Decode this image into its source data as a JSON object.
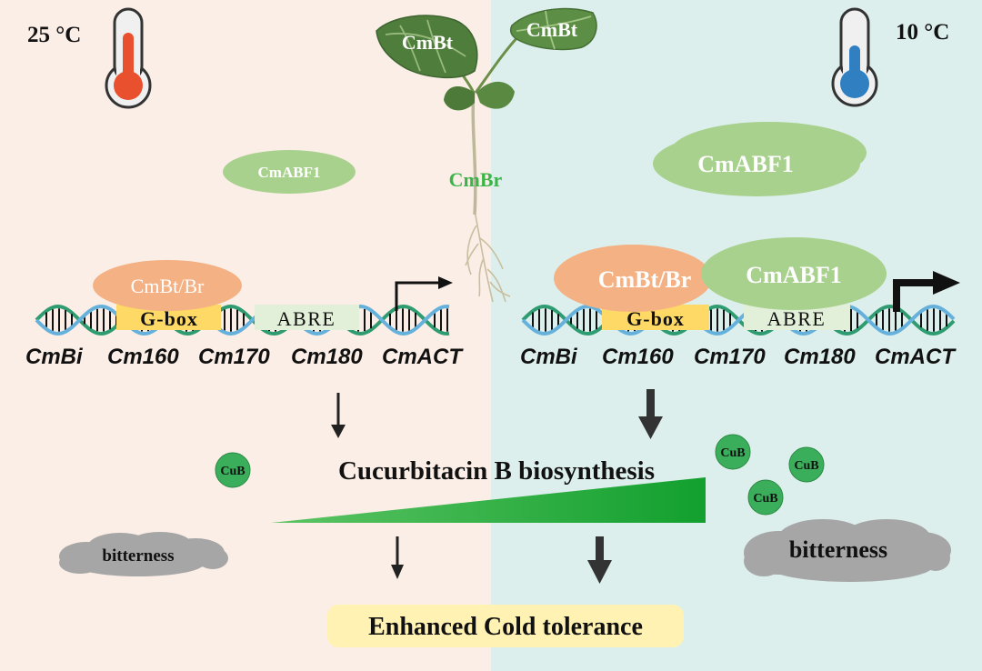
{
  "temperatures": {
    "left": "25 °C",
    "right": "10 °C"
  },
  "icons": {
    "left_temperature": "thermometer-hot-icon",
    "right_temperature": "thermometer-cold-icon",
    "promoter": "transcription-start-arrow-icon",
    "flow": "down-arrow-icon",
    "bitterness": "cloud-icon"
  },
  "plant": {
    "leaf_left_label": "CmBt",
    "leaf_right_label": "CmBt",
    "root_label": "CmBr"
  },
  "left_panel": {
    "free_tf": "CmABF1",
    "bound_complex": "CmBt/Br",
    "gbox": "G-box",
    "abre": "ABRE",
    "genes": [
      "CmBi",
      "Cm160",
      "Cm170",
      "Cm180",
      "CmACT"
    ],
    "cub": "CuB",
    "bitterness": "bitterness"
  },
  "right_panel": {
    "free_tf": "CmABF1",
    "bound_complex": "CmBt/Br",
    "bound_tf": "CmABF1",
    "gbox": "G-box",
    "abre": "ABRE",
    "genes": [
      "CmBi",
      "Cm160",
      "Cm170",
      "Cm180",
      "CmACT"
    ],
    "cub": [
      "CuB",
      "CuB",
      "CuB"
    ],
    "bitterness": "bitterness"
  },
  "process_label": "Cucurbitacin B biosynthesis",
  "outcome_label": "Enhanced Cold tolerance",
  "colors": {
    "left_background": "#fbeee6",
    "right_background": "#dcefec",
    "warm_thermometer": "#e8502e",
    "cold_thermometer": "#2f7fc1",
    "cmabf1": "#a9d18e",
    "cmbt_br": "#f4b183",
    "gbox": "#ffd966",
    "abre": "#e2efd9",
    "cub": "#3aae5a",
    "bitterness_cloud": "#a6a6a6",
    "triangle_start": "#5cc464",
    "triangle_end": "#12a02e",
    "outcome_box": "#fff2b3",
    "root_label": "#3bb54a",
    "dna_strand_a": "#66b1dc",
    "dna_strand_b": "#2f9b70"
  }
}
